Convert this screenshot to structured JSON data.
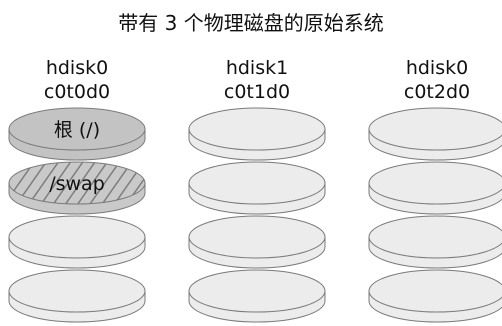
{
  "title": "带有 3 个物理磁盘的原始系统",
  "disks": [
    {
      "name": "hdisk0",
      "device": "c0t0d0",
      "slices": [
        {
          "label": "根 (/)",
          "style": "gray"
        },
        {
          "label": "/swap",
          "style": "hatched"
        },
        {
          "label": "",
          "style": "light"
        },
        {
          "label": "",
          "style": "light"
        }
      ]
    },
    {
      "name": "hdisk1",
      "device": "c0t1d0",
      "slices": [
        {
          "label": "",
          "style": "light"
        },
        {
          "label": "",
          "style": "light"
        },
        {
          "label": "",
          "style": "light"
        },
        {
          "label": "",
          "style": "light"
        }
      ]
    },
    {
      "name": "hdisk0",
      "device": "c0t2d0",
      "slices": [
        {
          "label": "",
          "style": "light"
        },
        {
          "label": "",
          "style": "light"
        },
        {
          "label": "",
          "style": "light"
        },
        {
          "label": "",
          "style": "light"
        }
      ]
    }
  ],
  "colors": {
    "gray_fill": "#c3c3c3",
    "hatch_fill": "#c9c9c9",
    "hatch_line": "#7d7d7d",
    "light_fill": "#ececec",
    "outline": "#7a7a7a"
  }
}
